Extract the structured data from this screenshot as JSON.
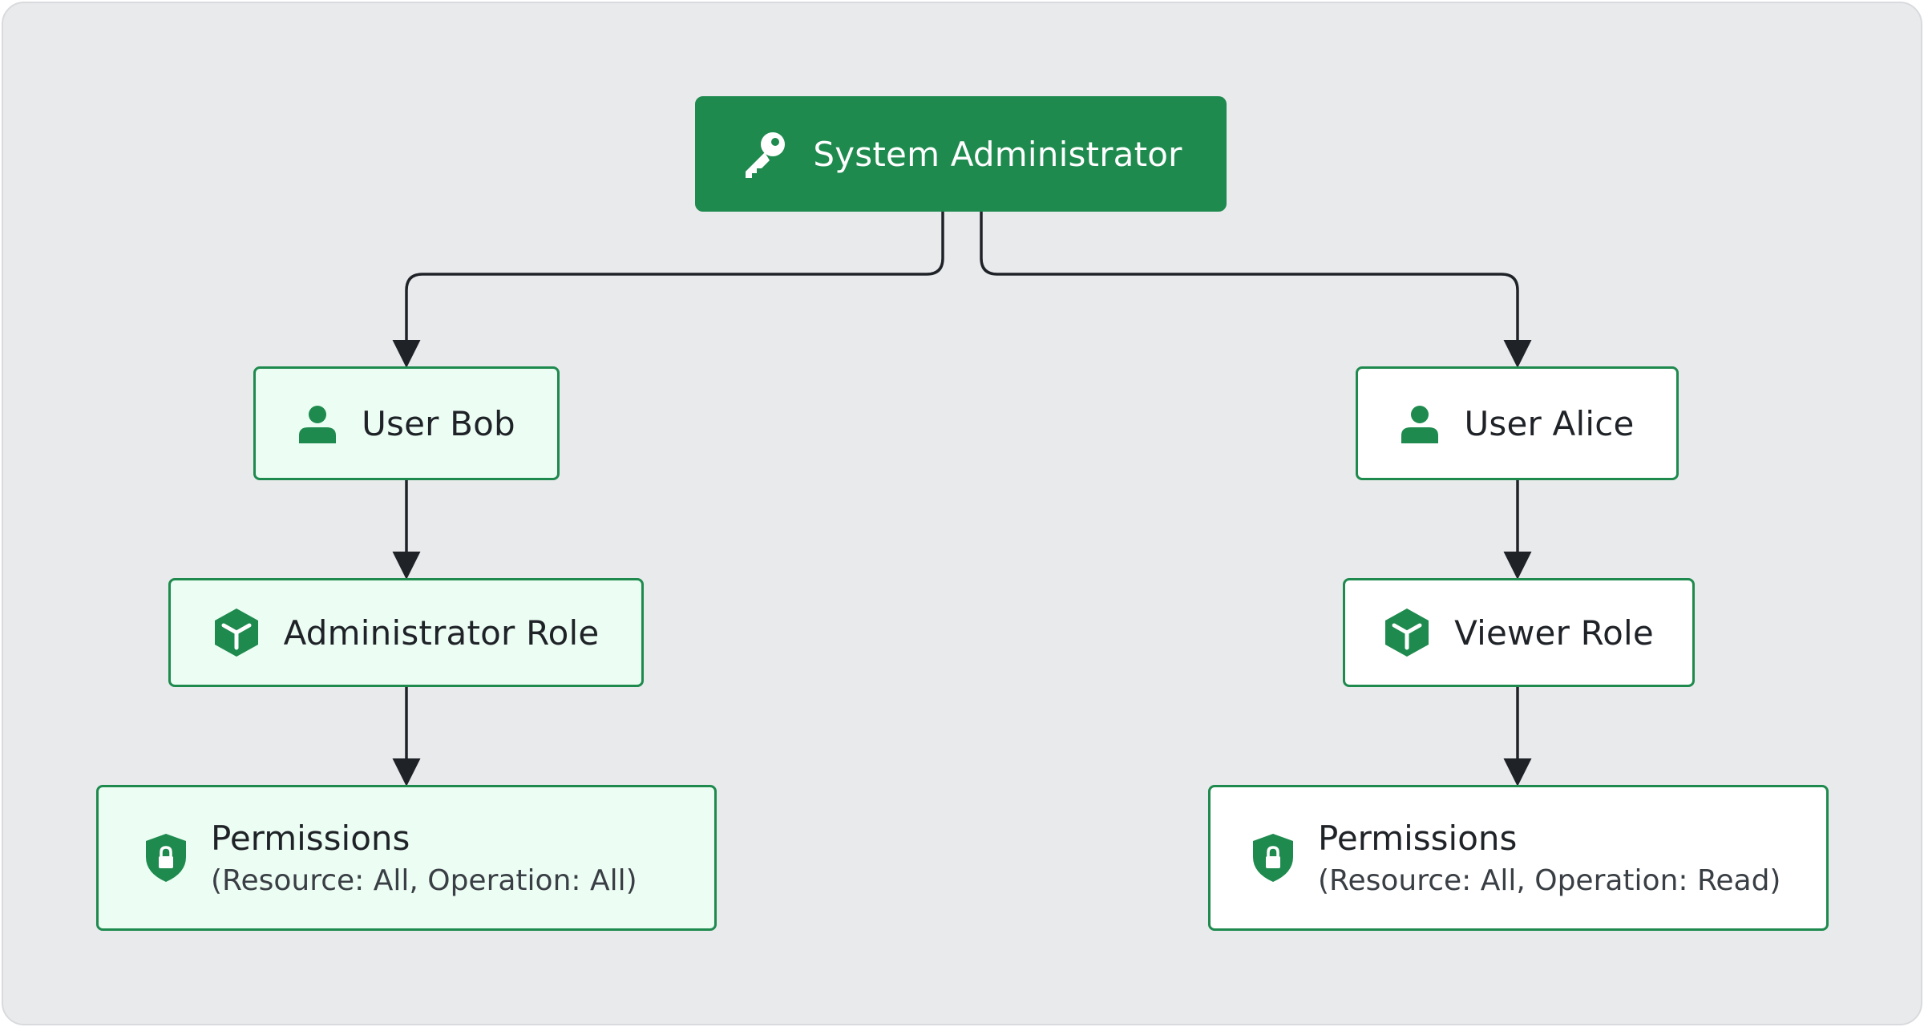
{
  "colors": {
    "accent": "#1e8a4e",
    "node_fill_tint": "#ecfdf3",
    "node_fill_plain": "#ffffff",
    "canvas_bg": "#e9eaec",
    "connector": "#1f2328"
  },
  "nodes": {
    "root": {
      "label": "System Administrator",
      "icon": "key-icon"
    },
    "bob": {
      "label": "User Bob",
      "icon": "user-icon"
    },
    "alice": {
      "label": "User Alice",
      "icon": "user-icon"
    },
    "admin_role": {
      "label": "Administrator Role",
      "icon": "cube-icon"
    },
    "viewer_role": {
      "label": "Viewer Role",
      "icon": "cube-icon"
    },
    "perm_left": {
      "title": "Permissions",
      "detail": "(Resource: All, Operation: All)",
      "icon": "shield-lock-icon"
    },
    "perm_right": {
      "title": "Permissions",
      "detail": "(Resource: All, Operation: Read)",
      "icon": "shield-lock-icon"
    }
  },
  "edges": [
    {
      "from": "System Administrator",
      "to": "User Bob"
    },
    {
      "from": "System Administrator",
      "to": "User Alice"
    },
    {
      "from": "User Bob",
      "to": "Administrator Role"
    },
    {
      "from": "User Alice",
      "to": "Viewer Role"
    },
    {
      "from": "Administrator Role",
      "to": "Permissions (Resource: All, Operation: All)"
    },
    {
      "from": "Viewer Role",
      "to": "Permissions (Resource: All, Operation: Read)"
    }
  ]
}
